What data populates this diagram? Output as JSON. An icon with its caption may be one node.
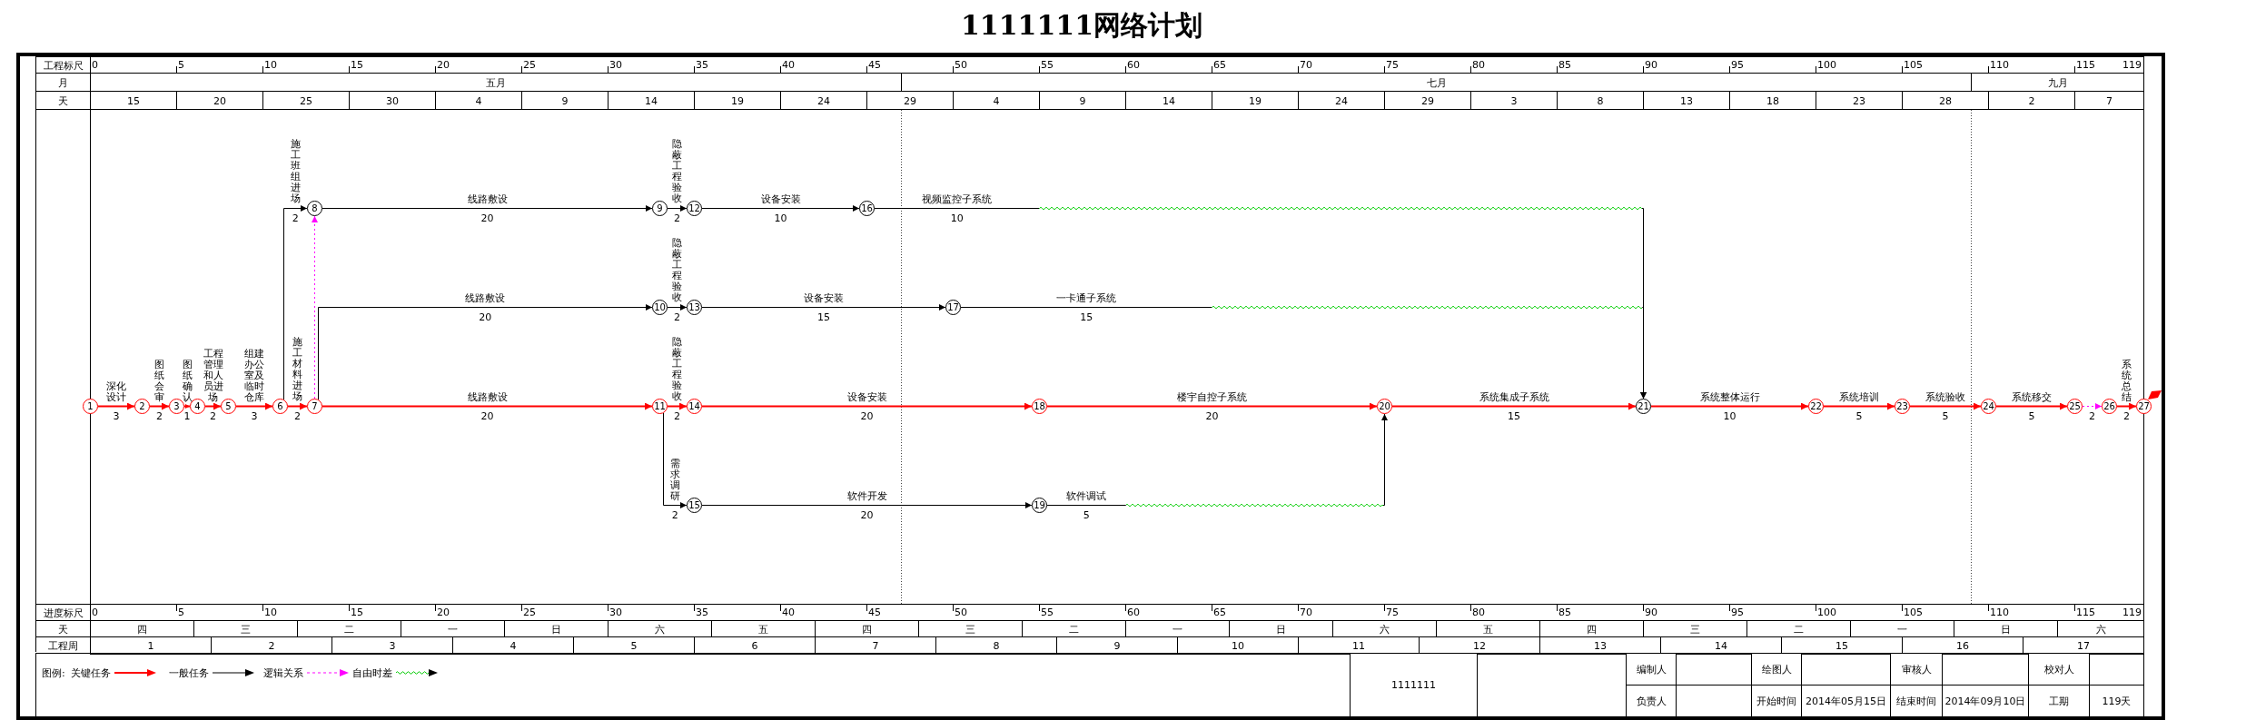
{
  "diagram": {
    "title": "1111111网络计划",
    "nodes": [
      {
        "text": [
          "1"
        ]
      },
      {
        "text": [
          "2"
        ]
      },
      {
        "text": [
          "3"
        ]
      },
      {
        "text": [
          "4"
        ]
      },
      {
        "text": [
          "5"
        ]
      },
      {
        "text": [
          "6"
        ]
      },
      {
        "text": [
          "7"
        ]
      },
      {
        "text": [
          "8"
        ]
      },
      {
        "text": [
          "9"
        ]
      },
      {
        "text": [
          "10"
        ]
      },
      {
        "text": [
          "11"
        ]
      },
      {
        "text": [
          "12"
        ]
      },
      {
        "text": [
          "13"
        ]
      },
      {
        "text": [
          "14"
        ]
      },
      {
        "text": [
          "15"
        ]
      },
      {
        "text": [
          "16"
        ]
      },
      {
        "text": [
          "17"
        ]
      },
      {
        "text": [
          "18"
        ]
      },
      {
        "text": [
          "19"
        ]
      },
      {
        "text": [
          "20"
        ]
      },
      {
        "text": [
          "21"
        ]
      },
      {
        "text": [
          "22"
        ]
      },
      {
        "text": [
          "23"
        ]
      },
      {
        "text": [
          "24"
        ]
      },
      {
        "text": [
          "25"
        ]
      },
      {
        "text": [
          "26"
        ]
      },
      {
        "text": [
          "27"
        ]
      }
    ],
    "edges": [
      {
        "from": 0,
        "to": 1,
        "arrow": "to",
        "label": "深化设计"
      },
      {
        "from": 1,
        "to": 2,
        "arrow": "to",
        "label": "图纸会审"
      },
      {
        "from": 2,
        "to": 3,
        "arrow": "to",
        "label": "图纸确认"
      },
      {
        "from": 3,
        "to": 4,
        "arrow": "to",
        "label": "工程管理和人员进场"
      },
      {
        "from": 4,
        "to": 5,
        "arrow": "to",
        "label": "组建办公室及临时仓库"
      },
      {
        "from": 5,
        "to": 6,
        "arrow": "to",
        "label": "施工材料进场"
      },
      {
        "from": 5,
        "to": 7,
        "arrow": "to",
        "label": "施工班组进场",
        "color": "#000000"
      },
      {
        "from": 6,
        "to": 7,
        "arrow": "to",
        "style": "dashed",
        "color": "#ff00ff"
      },
      {
        "from": 7,
        "to": 8,
        "arrow": "to",
        "label": "线路敷设",
        "color": "#000000"
      },
      {
        "from": 8,
        "to": 11,
        "arrow": "to",
        "label": "隐蔽工程验收",
        "color": "#000000"
      },
      {
        "from": 11,
        "to": 15,
        "arrow": "to",
        "label": "设备安装",
        "color": "#000000"
      },
      {
        "from": 15,
        "to": 20,
        "arrow": "to",
        "label": "视频监控子系统",
        "color": "#000000"
      },
      {
        "from": 6,
        "to": 9,
        "arrow": "to",
        "label": "线路敷设",
        "color": "#000000"
      },
      {
        "from": 9,
        "to": 12,
        "arrow": "to",
        "label": "隐蔽工程验收",
        "color": "#000000"
      },
      {
        "from": 12,
        "to": 16,
        "arrow": "to",
        "label": "设备安装",
        "color": "#000000"
      },
      {
        "from": 16,
        "to": 20,
        "arrow": "to",
        "label": "一卡通子系统",
        "color": "#000000"
      },
      {
        "from": 6,
        "to": 10,
        "arrow": "to",
        "label": "线路敷设"
      },
      {
        "from": 10,
        "to": 13,
        "arrow": "to",
        "label": "隐蔽工程验收"
      },
      {
        "from": 13,
        "to": 17,
        "arrow": "to",
        "label": "设备安装"
      },
      {
        "from": 17,
        "to": 19,
        "arrow": "to",
        "label": "楼宇自控子系统"
      },
      {
        "from": 19,
        "to": 20,
        "arrow": "to",
        "label": "系统集成子系统"
      },
      {
        "from": 20,
        "to": 21,
        "arrow": "to",
        "label": "系统整体运行"
      },
      {
        "from": 21,
        "to": 22,
        "arrow": "to",
        "label": "系统培训"
      },
      {
        "from": 22,
        "to": 23,
        "arrow": "to",
        "label": "系统验收"
      },
      {
        "from": 23,
        "to": 24,
        "arrow": "to",
        "label": "系统移交"
      },
      {
        "from": 24,
        "to": 25,
        "arrow": "to",
        "style": "dashed",
        "color": "#ff00ff"
      },
      {
        "from": 25,
        "to": 26,
        "arrow": "to",
        "label": "系统总结"
      },
      {
        "from": 10,
        "to": 14,
        "arrow": "to",
        "label": "需求调研",
        "color": "#000000"
      },
      {
        "from": 14,
        "to": 18,
        "arrow": "to",
        "label": "软件开发",
        "color": "#000000"
      },
      {
        "from": 18,
        "to": 19,
        "arrow": "to",
        "label": "软件调试",
        "color": "#000000"
      }
    ],
    "labels": [
      "工程标尺",
      "0",
      "5",
      "10",
      "15",
      "20",
      "25",
      "30",
      "35",
      "40",
      "45",
      "50",
      "55",
      "60",
      "65",
      "70",
      "75",
      "80",
      "85",
      "90",
      "95",
      "100",
      "105",
      "110",
      "115",
      "119",
      "月",
      "五月",
      "七月",
      "九月",
      "天",
      "15",
      "20",
      "25",
      "30",
      "4",
      "9",
      "14",
      "19",
      "24",
      "29",
      "4",
      "9",
      "14",
      "19",
      "24",
      "29",
      "3",
      "8",
      "13",
      "18",
      "23",
      "28",
      "2",
      "7",
      "3",
      "2",
      "1",
      "2",
      "3",
      "2",
      "2",
      "20",
      "2",
      "10",
      "10",
      "20",
      "2",
      "15",
      "15",
      "20",
      "2",
      "20",
      "20",
      "15",
      "10",
      "5",
      "5",
      "5",
      "2",
      "2",
      "2",
      "20",
      "5",
      "进度标尺",
      "0",
      "5",
      "10",
      "15",
      "20",
      "25",
      "30",
      "35",
      "40",
      "45",
      "50",
      "55",
      "60",
      "65",
      "70",
      "75",
      "80",
      "85",
      "90",
      "95",
      "100",
      "105",
      "110",
      "115",
      "119",
      "天",
      "四",
      "三",
      "二",
      "一",
      "日",
      "六",
      "五",
      "四",
      "三",
      "二",
      "一",
      "日",
      "六",
      "五",
      "四",
      "三",
      "二",
      "一",
      "日",
      "六",
      "工程周",
      "1",
      "2",
      "3",
      "4",
      "5",
      "6",
      "7",
      "8",
      "9",
      "10",
      "11",
      "12",
      "13",
      "14",
      "15",
      "16",
      "17",
      "图例:",
      "1111111",
      "编制人",
      "绘图人",
      "审核人",
      "校对人",
      "负责人",
      "开始时间",
      "2014年05月15日",
      "结束时间",
      "2014年09月10日",
      "工期",
      "119天"
    ],
    "legend": [
      {
        "text": "关键任务"
      },
      {
        "text": "一般任务"
      },
      {
        "text": "逻辑关系"
      },
      {
        "text": "自由时差"
      }
    ]
  }
}
